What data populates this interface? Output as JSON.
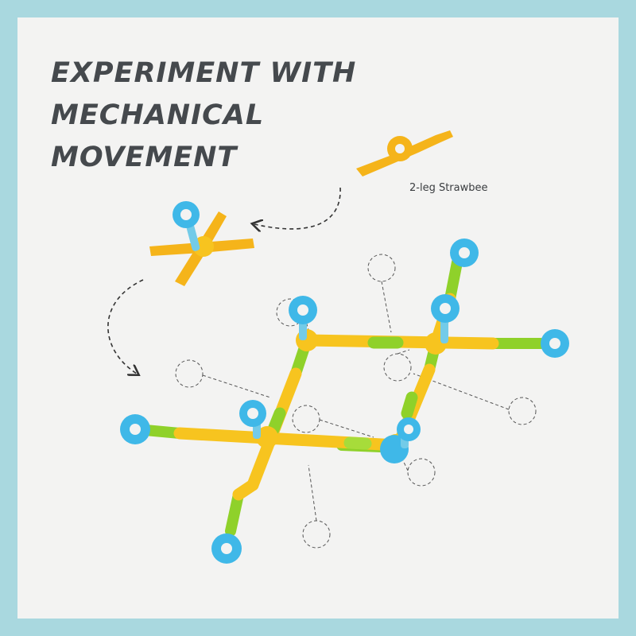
{
  "headline": {
    "line1": "EXPERIMENT WITH",
    "line2": "MECHANICAL",
    "line3": "MOVEMENT"
  },
  "annotation": {
    "label": "2-leg Strawbee"
  },
  "colors": {
    "frame": "#a9d8df",
    "background": "#f3f3f2",
    "text": "#45494d",
    "straw_yellow": "#f7c41f",
    "straw_green": "#8fd12a",
    "connector_blue": "#3fb8e8",
    "strawbee_orange": "#f5b41a"
  },
  "icons": [
    "curved-dashed-arrow",
    "dashed-circle-joint-marker"
  ]
}
